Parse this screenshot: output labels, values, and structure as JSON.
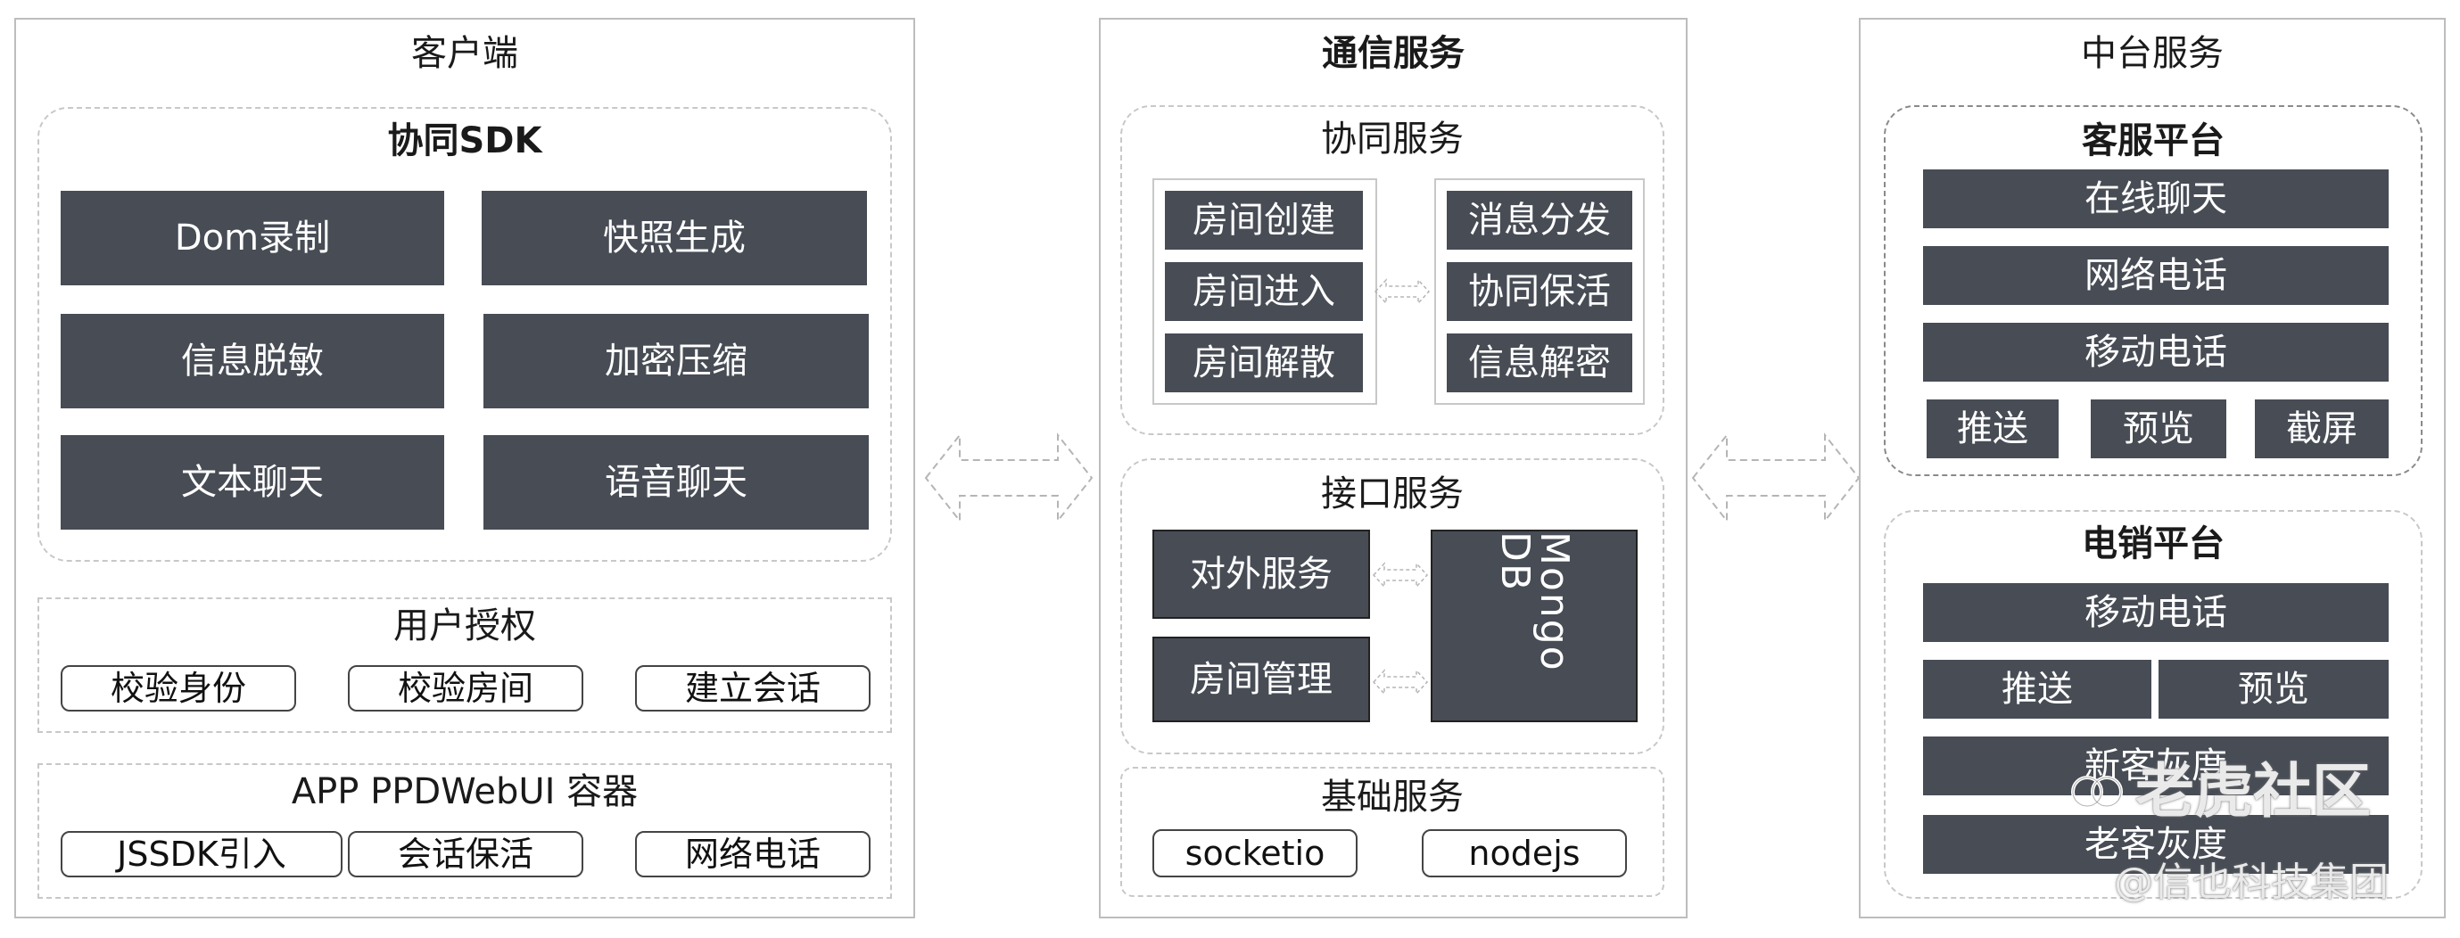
{
  "client": {
    "title": "客户端",
    "sdk": {
      "title": "协同SDK",
      "items": [
        "Dom录制",
        "快照生成",
        "信息脱敏",
        "加密压缩",
        "文本聊天",
        "语音聊天"
      ]
    },
    "auth": {
      "title": "用户授权",
      "items": [
        "校验身份",
        "校验房间",
        "建立会话"
      ]
    },
    "container": {
      "title": "APP PPDWebUI 容器",
      "items": [
        "JSSDK引入",
        "会话保活",
        "网络电话"
      ]
    }
  },
  "comm": {
    "title": "通信服务",
    "collab": {
      "title": "协同服务",
      "left": [
        "房间创建",
        "房间进入",
        "房间解散"
      ],
      "right": [
        "消息分发",
        "协同保活",
        "信息解密"
      ]
    },
    "api": {
      "title": "接口服务",
      "items": [
        "对外服务",
        "房间管理"
      ],
      "db": "Mongo DB"
    },
    "base": {
      "title": "基础服务",
      "items": [
        "socketio",
        "nodejs"
      ]
    }
  },
  "mid": {
    "title": "中台服务",
    "cs": {
      "title": "客服平台",
      "items": [
        "在线聊天",
        "网络电话",
        "移动电话"
      ],
      "small": [
        "推送",
        "预览",
        "截屏"
      ]
    },
    "sales": {
      "title": "电销平台",
      "top": "移动电话",
      "pair": [
        "推送",
        "预览"
      ],
      "items": [
        "新客灰度",
        "老客灰度"
      ]
    }
  },
  "watermark": {
    "brand": "老虎社区",
    "sub": "@信也科技集团"
  }
}
